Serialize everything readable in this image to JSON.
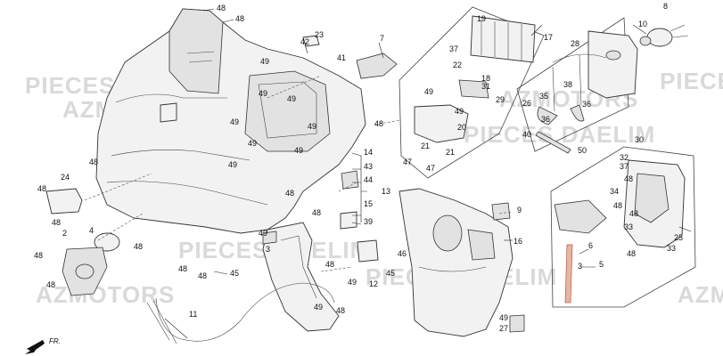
{
  "watermark": {
    "line1": "PIECES DAELIM",
    "line2": "AZMOTORS"
  },
  "direction_label": "FR.",
  "callouts": [
    "48",
    "48",
    "42",
    "23",
    "41",
    "49",
    "7",
    "49",
    "49",
    "49",
    "48",
    "49",
    "49",
    "49",
    "48",
    "49",
    "48",
    "24",
    "48",
    "48",
    "2",
    "4",
    "48",
    "48",
    "49",
    "48",
    "3",
    "48",
    "48",
    "45",
    "11",
    "48",
    "48",
    "14",
    "43",
    "44",
    "13",
    "15",
    "39",
    "46",
    "48",
    "45",
    "12",
    "49",
    "49",
    "9",
    "16",
    "49",
    "27",
    "19",
    "37",
    "22",
    "31",
    "18",
    "29",
    "49",
    "49",
    "17",
    "20",
    "21",
    "21",
    "47",
    "47",
    "10",
    "8",
    "28",
    "26",
    "35",
    "38",
    "36",
    "36",
    "40",
    "50",
    "30",
    "32",
    "37",
    "48",
    "34",
    "48",
    "48",
    "33",
    "33",
    "25",
    "48",
    "6",
    "5",
    "3"
  ]
}
